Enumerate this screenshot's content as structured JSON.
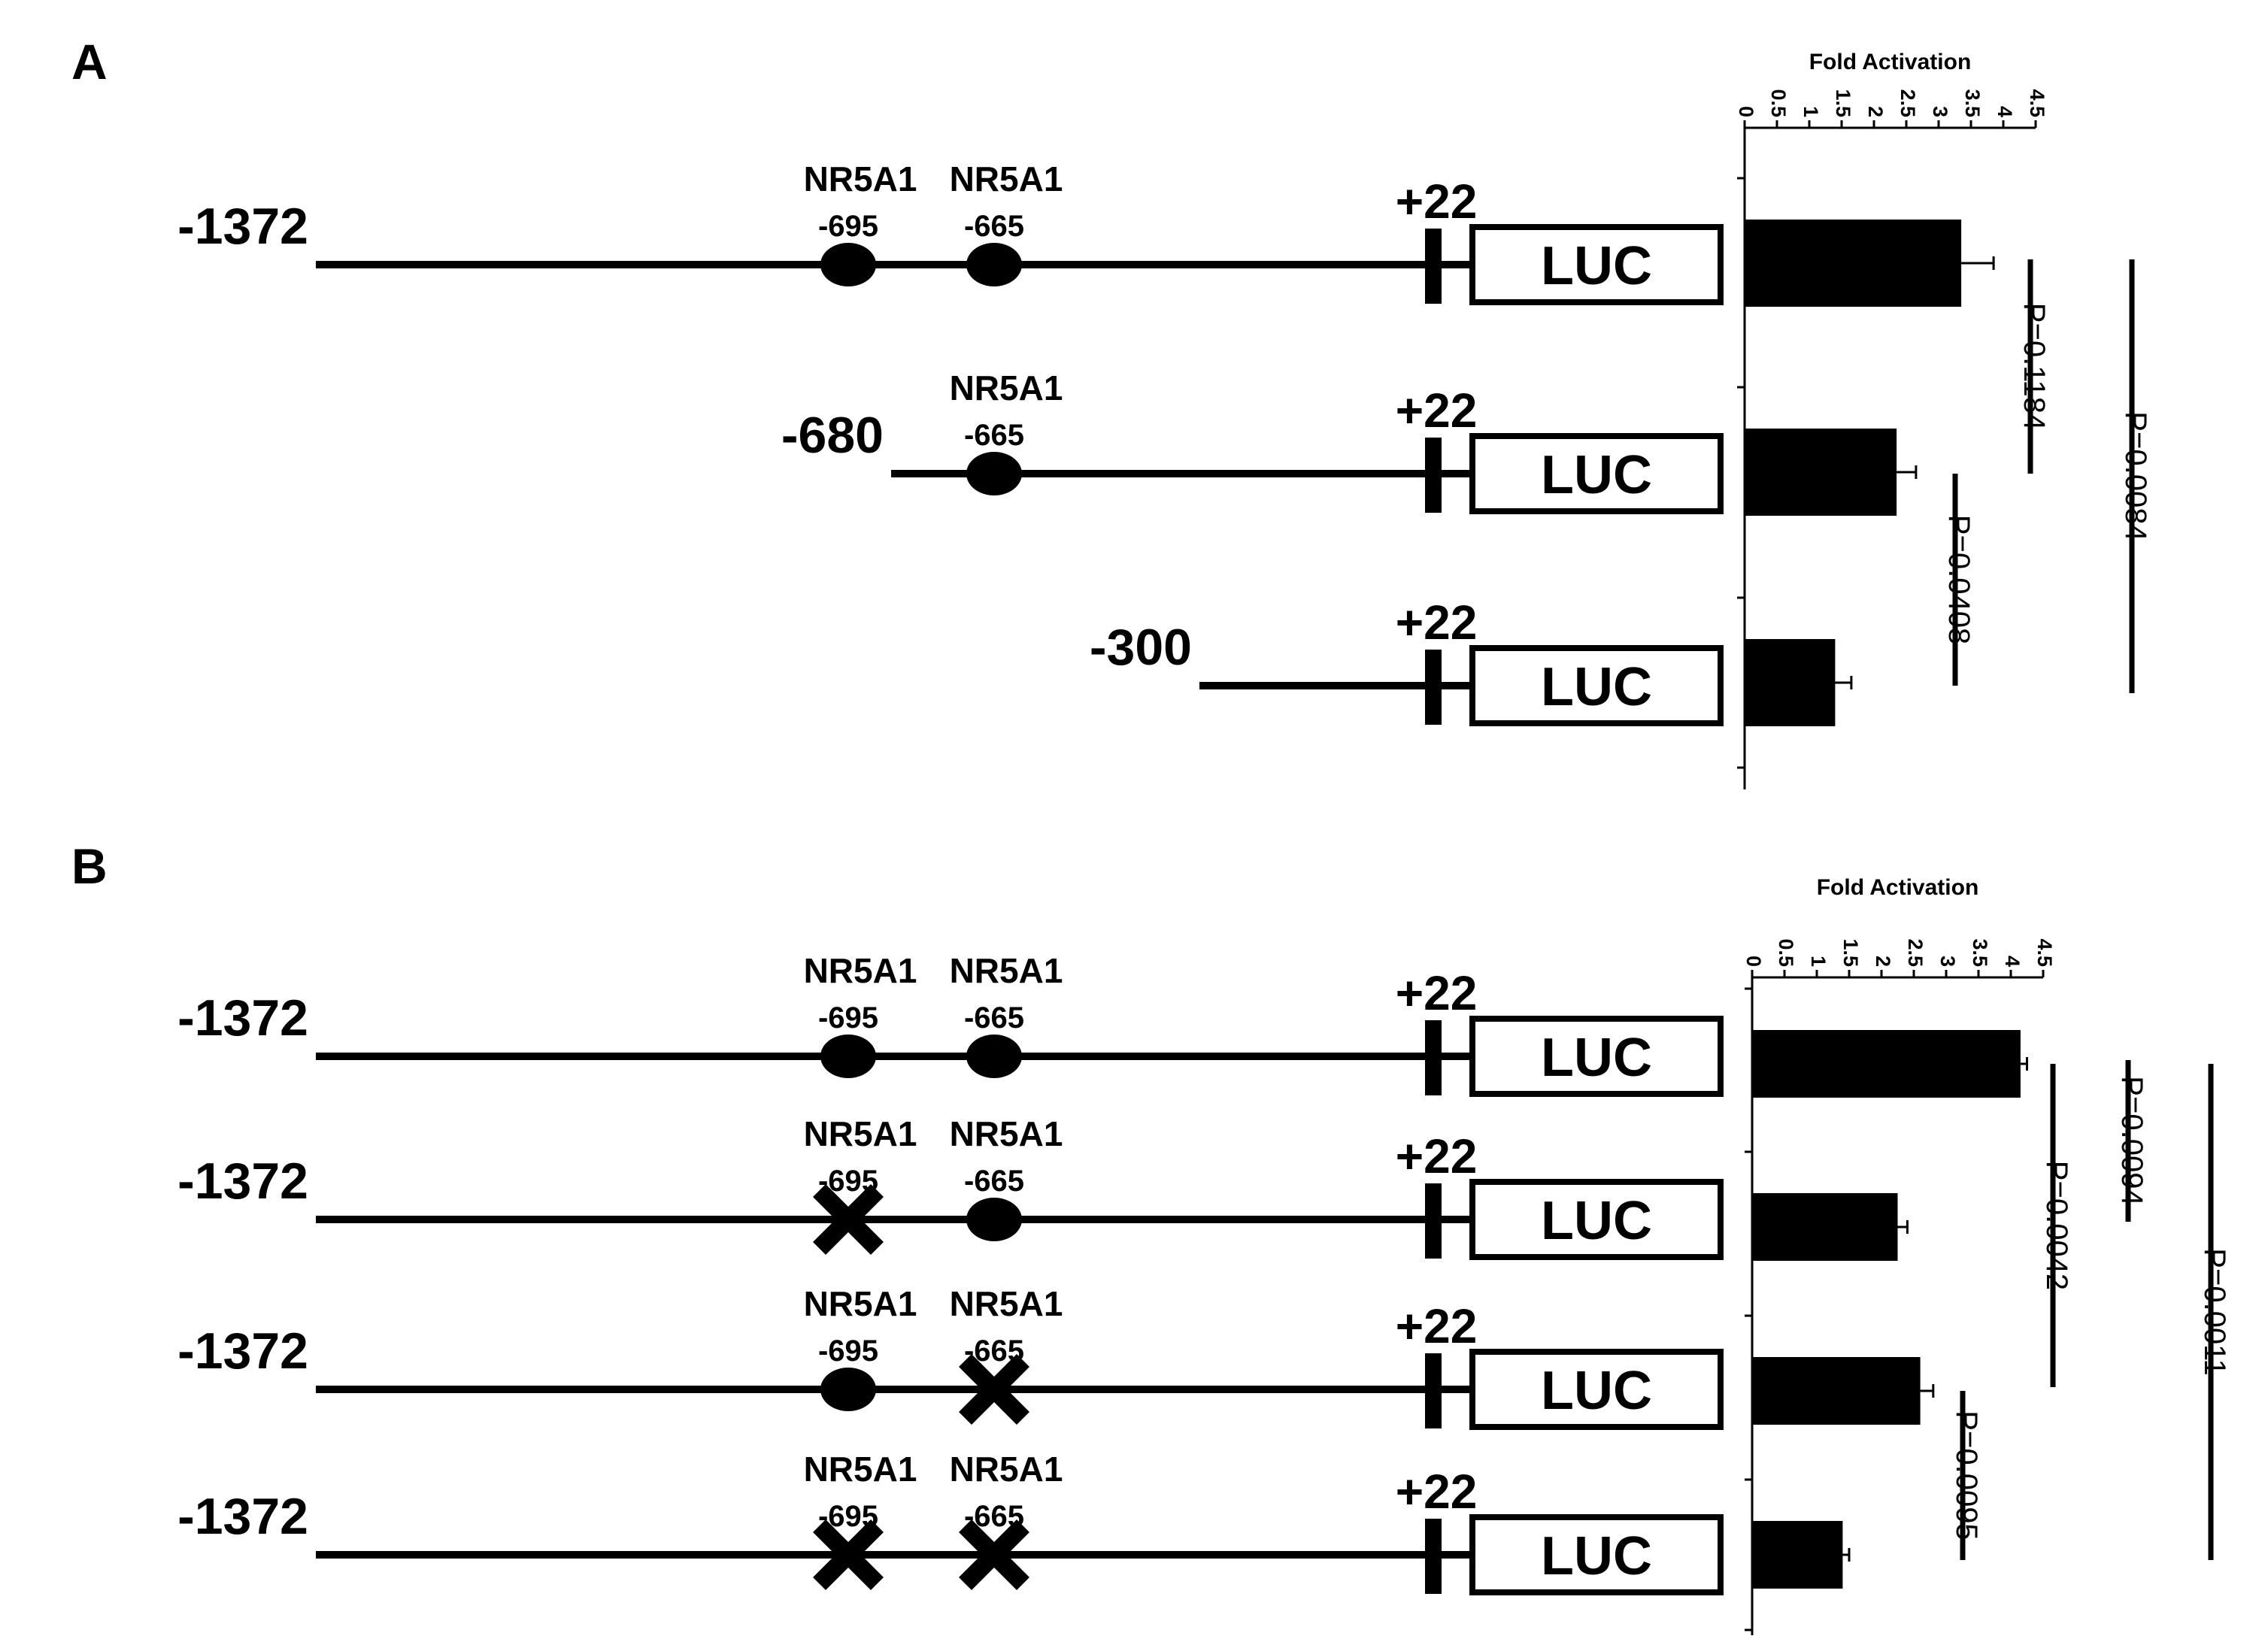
{
  "colors": {
    "ink": "#000000",
    "background": "#ffffff"
  },
  "panels": [
    {
      "letter": "A",
      "constructs": [
        {
          "start": "-1372",
          "end": "+22",
          "reporter": "LUC",
          "sites": [
            {
              "name": "NR5A1",
              "pos": "-695",
              "mutated": false
            },
            {
              "name": "NR5A1",
              "pos": "-665",
              "mutated": false
            }
          ]
        },
        {
          "start": "-680",
          "end": "+22",
          "reporter": "LUC",
          "sites": [
            {
              "name": "NR5A1",
              "pos": "-665",
              "mutated": false
            }
          ]
        },
        {
          "start": "-300",
          "end": "+22",
          "reporter": "LUC",
          "sites": []
        }
      ]
    },
    {
      "letter": "B",
      "constructs": [
        {
          "start": "-1372",
          "end": "+22",
          "reporter": "LUC",
          "sites": [
            {
              "name": "NR5A1",
              "pos": "-695",
              "mutated": false
            },
            {
              "name": "NR5A1",
              "pos": "-665",
              "mutated": false
            }
          ]
        },
        {
          "start": "-1372",
          "end": "+22",
          "reporter": "LUC",
          "sites": [
            {
              "name": "NR5A1",
              "pos": "-695",
              "mutated": true
            },
            {
              "name": "NR5A1",
              "pos": "-665",
              "mutated": false
            }
          ]
        },
        {
          "start": "-1372",
          "end": "+22",
          "reporter": "LUC",
          "sites": [
            {
              "name": "NR5A1",
              "pos": "-695",
              "mutated": false
            },
            {
              "name": "NR5A1",
              "pos": "-665",
              "mutated": true
            }
          ]
        },
        {
          "start": "-1372",
          "end": "+22",
          "reporter": "LUC",
          "sites": [
            {
              "name": "NR5A1",
              "pos": "-695",
              "mutated": true
            },
            {
              "name": "NR5A1",
              "pos": "-665",
              "mutated": true
            }
          ]
        }
      ]
    }
  ],
  "chart_data": [
    {
      "type": "bar",
      "orientation": "horizontal",
      "title": "Fold Activation",
      "xlim": [
        0,
        4.5
      ],
      "ticks": [
        "0",
        "0.5",
        "1",
        "1.5",
        "2",
        "2.5",
        "3",
        "3.5",
        "4",
        "4.5"
      ],
      "values": [
        3.35,
        2.35,
        1.4
      ],
      "errors": [
        0.5,
        0.3,
        0.25
      ],
      "pvalues": [
        {
          "label": "P=0.1184",
          "from": 0,
          "to": 1
        },
        {
          "label": "P=0.0408",
          "from": 1,
          "to": 2
        },
        {
          "label": "P=0.0084",
          "from": 0,
          "to": 2
        }
      ]
    },
    {
      "type": "bar",
      "orientation": "horizontal",
      "title": "Fold Activation",
      "xlim": [
        0,
        4.5
      ],
      "ticks": [
        "0",
        "0.5",
        "1",
        "1.5",
        "2",
        "2.5",
        "3",
        "3.5",
        "4",
        "4.5"
      ],
      "values": [
        4.15,
        2.25,
        2.6,
        1.4
      ],
      "errors": [
        0.1,
        0.15,
        0.2,
        0.1
      ],
      "pvalues": [
        {
          "label": "P=0.0094",
          "from": 0,
          "to": 1
        },
        {
          "label": "P=0.0042",
          "from": 0,
          "to": 2
        },
        {
          "label": "P=0.0095",
          "from": 2,
          "to": 3
        },
        {
          "label": "P=0.0011",
          "from": 0,
          "to": 3
        }
      ]
    }
  ]
}
